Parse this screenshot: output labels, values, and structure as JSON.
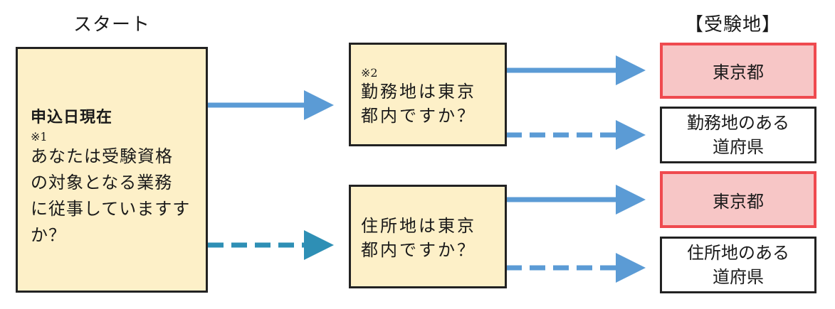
{
  "headers": {
    "start": "スタート",
    "destination": "【受験地】"
  },
  "start_node": {
    "title": "申込日現在",
    "note": "※1",
    "question_lines": [
      "あなたは受験資格",
      "の対象となる業務",
      "に従事していますす",
      "か？"
    ]
  },
  "work_node": {
    "note": "※2",
    "question_lines": [
      "勤務地は東京",
      "都内ですか？"
    ]
  },
  "home_node": {
    "question_lines": [
      "住所地は東京",
      "都内ですか？"
    ]
  },
  "results": {
    "work_yes": "東京都",
    "work_no_lines": [
      "勤務地のある",
      "道府県"
    ],
    "home_yes": "東京都",
    "home_no_lines": [
      "住所地のある",
      "道府県"
    ]
  },
  "colors": {
    "yes_arrow": "#5b9bd5",
    "no_arrow": "#5b9bd5",
    "no_arrow_start": "#2e8fb5",
    "cream_fill": "#fdf0c8",
    "red_fill": "#f7c6c6",
    "red_border": "#ef4a4f"
  }
}
